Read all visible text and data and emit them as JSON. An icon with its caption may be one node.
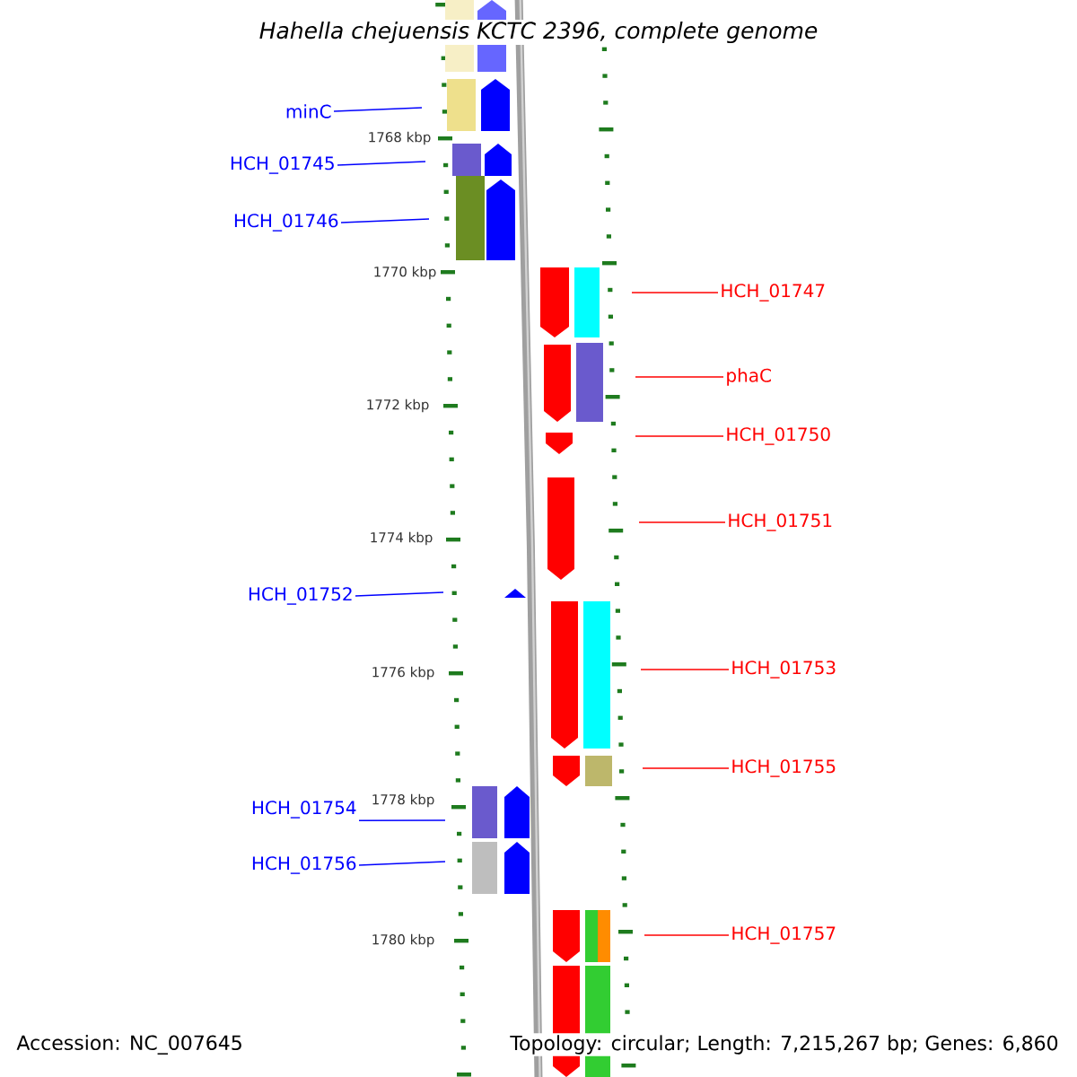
{
  "diagram": {
    "title": "Hahella chejuensis KCTC 2396, complete genome",
    "nodes": [
      {
        "text": [
          "minC"
        ]
      },
      {
        "text": [
          "HCH_01745"
        ]
      },
      {
        "text": [
          "HCH_01746"
        ]
      },
      {
        "text": [
          "HCH_01747"
        ]
      },
      {
        "text": [
          "phaC"
        ]
      },
      {
        "text": [
          "HCH_01750"
        ]
      },
      {
        "text": [
          "HCH_01751"
        ]
      },
      {
        "text": [
          "HCH_01752"
        ]
      },
      {
        "text": [
          "HCH_01753"
        ]
      },
      {
        "text": [
          "HCH_01755"
        ]
      },
      {
        "text": [
          "HCH_01754"
        ]
      },
      {
        "text": [
          "HCH_01756"
        ]
      },
      {
        "text": [
          "HCH_01757"
        ]
      }
    ],
    "edges": [
      {
        "from": 0,
        "to": null,
        "arrow": "none",
        "color": "#0000ff"
      },
      {
        "from": 1,
        "to": null,
        "arrow": "none",
        "color": "#0000ff"
      },
      {
        "from": 2,
        "to": null,
        "arrow": "none",
        "color": "#0000ff"
      },
      {
        "from": 3,
        "to": null,
        "arrow": "none"
      },
      {
        "from": 4,
        "to": null,
        "arrow": "none"
      },
      {
        "from": 5,
        "to": null,
        "arrow": "none"
      },
      {
        "from": 6,
        "to": null,
        "arrow": "none"
      },
      {
        "from": 7,
        "to": null,
        "arrow": "none",
        "color": "#0000ff"
      },
      {
        "from": 8,
        "to": null,
        "arrow": "none"
      },
      {
        "from": 9,
        "to": null,
        "arrow": "none"
      },
      {
        "from": 10,
        "to": null,
        "arrow": "none",
        "color": "#0000ff"
      },
      {
        "from": 11,
        "to": null,
        "arrow": "none",
        "color": "#0000ff"
      },
      {
        "from": 12,
        "to": null,
        "arrow": "none"
      }
    ],
    "labels": [
      "1768 kbp",
      "1770 kbp",
      "1772 kbp",
      "1774 kbp",
      "1776 kbp",
      "1778 kbp",
      "1780 kbp",
      "Accession: NC_007645",
      "Topology: circular; Length: 7,215,267 bp; Genes: 6,860"
    ]
  }
}
